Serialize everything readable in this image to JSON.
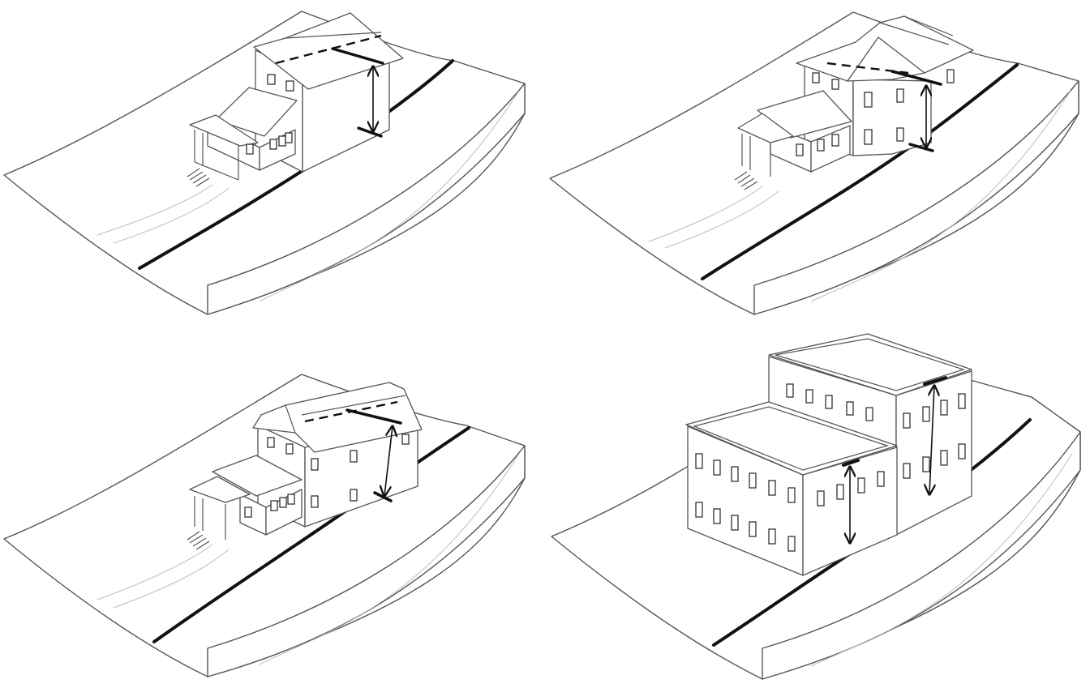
{
  "figure": {
    "panels": [
      {
        "id": "top-left",
        "roof": "gable"
      },
      {
        "id": "top-right",
        "roof": "cross-gable"
      },
      {
        "id": "bottom-left",
        "roof": "gambrel"
      },
      {
        "id": "bottom-right",
        "roof": "flat"
      }
    ],
    "colors": {
      "outline": "#555555",
      "grade_line": "#111111",
      "terrain_faint": "#bdbdbd",
      "background": "#ffffff"
    }
  }
}
